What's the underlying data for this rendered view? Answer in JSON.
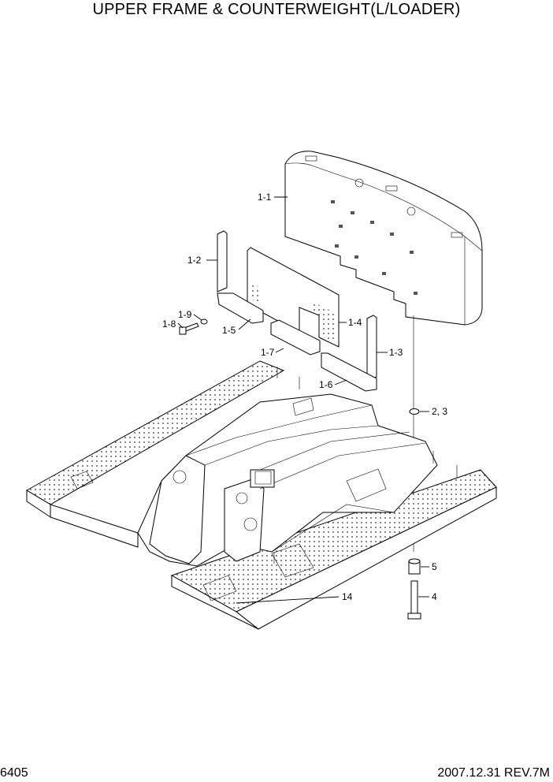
{
  "title": "UPPER FRAME & COUNTERWEIGHT(L/LOADER)",
  "page_number": "6405",
  "revision": "2007.12.31 REV.7M",
  "part_labels": {
    "p1_1": "1-1",
    "p1_2": "1-2",
    "p1_3": "1-3",
    "p1_4": "1-4",
    "p1_5": "1-5",
    "p1_6": "1-6",
    "p1_7": "1-7",
    "p1_8": "1-8",
    "p1_9": "1-9",
    "p2_3": "2, 3",
    "p4": "4",
    "p5": "5",
    "p14": "14"
  }
}
